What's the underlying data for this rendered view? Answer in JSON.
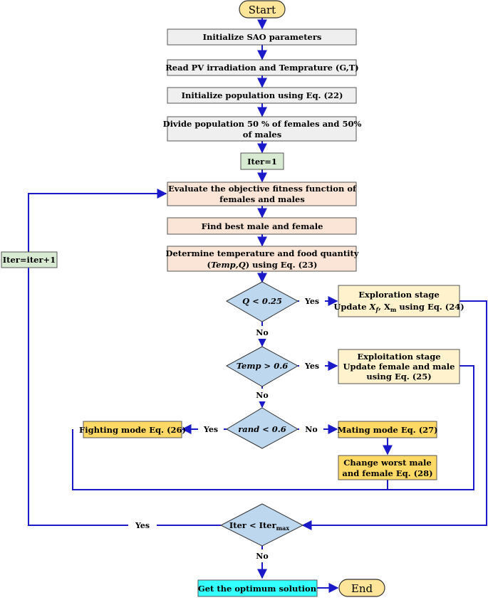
{
  "nodes": {
    "start": "Start",
    "init_sao": "Initialize SAO parameters",
    "read_pv": "Read PV irradiation and Temprature (G,T)",
    "init_pop": "Initialize population using Eq. (22)",
    "divide_1": "Divide population 50 % of females and 50%",
    "divide_2": "of males",
    "iter1": "Iter=1",
    "eval_1": "Evaluate the objective fitness function of",
    "eval_2": "females and males",
    "best": "Find best male and female",
    "temp_1": "Determine temperature and food quantity",
    "temp_2a": "Temp,Q",
    "temp_2b": ") using Eq. (23)",
    "q_cond": "Q < 0.25",
    "explore_1": "Exploration stage",
    "explore_2a": "Update",
    "explore_2b": "X",
    "explore_2c": "f",
    "explore_2d": ", X",
    "explore_2e": "m",
    "explore_2f": " using Eq. (24)",
    "temp_cond": "Temp > 0.6",
    "exploit_1": "Exploitation stage",
    "exploit_2": "Update female and male",
    "exploit_3": "using Eq. (25)",
    "rand_cond": "rand < 0.6",
    "fight": "Fighting mode Eq. (26)",
    "mating": "Mating mode Eq. (27)",
    "change_1": "Change worst male",
    "change_2": "and female Eq. (28)",
    "iter_inc": "Iter=iter+1",
    "iter_cond_a": "Iter <  Iter",
    "iter_cond_sub": "max",
    "optimum": "Get the optimum solution",
    "end": "End"
  },
  "edge_labels": {
    "yes": "Yes",
    "no": "No"
  },
  "colors": {
    "terminal": "#ffe599",
    "process_gray": "#efefef",
    "init_green": "#d9ead3",
    "loop_peach": "#fbe5d6",
    "decision_blue": "#bdd7ee",
    "stage_cream": "#fff2cc",
    "mode_gold": "#ffd966",
    "output_cyan": "#33ffff",
    "connector": "#1a1ac8"
  }
}
